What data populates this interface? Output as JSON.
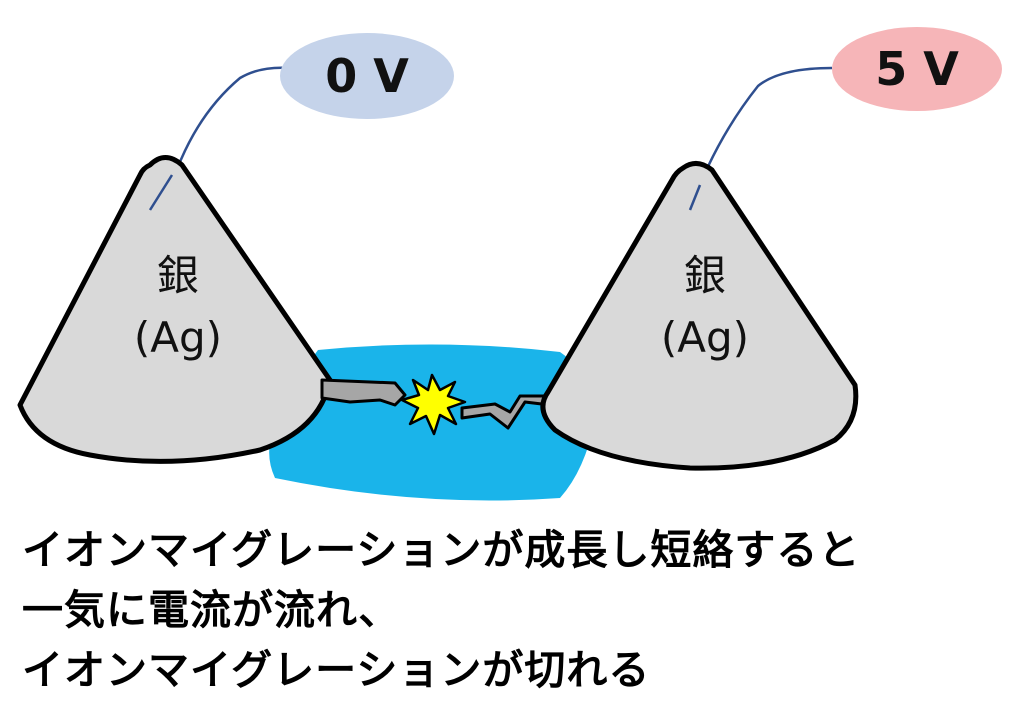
{
  "voltages": {
    "left": "0 V",
    "right": "5 V"
  },
  "electrodes": {
    "left": {
      "material": "銀",
      "symbol": "(Ag)"
    },
    "right": {
      "material": "銀",
      "symbol": "(Ag)"
    }
  },
  "caption": {
    "line1": "イオンマイグレーションが成長し短絡すると",
    "line2": "一気に電流が流れ、",
    "line3": "イオンマイグレーションが切れる"
  },
  "colors": {
    "water": "#1ab4ea",
    "cone_fill": "#d9d9d9",
    "cone_stroke": "#000000",
    "lead_wire": "#2f4f8f",
    "badge_left": "#c5d3ea",
    "badge_right": "#f6b5b8",
    "spark_fill": "#ffff00",
    "dendrite_fill": "#a6a6a6"
  }
}
